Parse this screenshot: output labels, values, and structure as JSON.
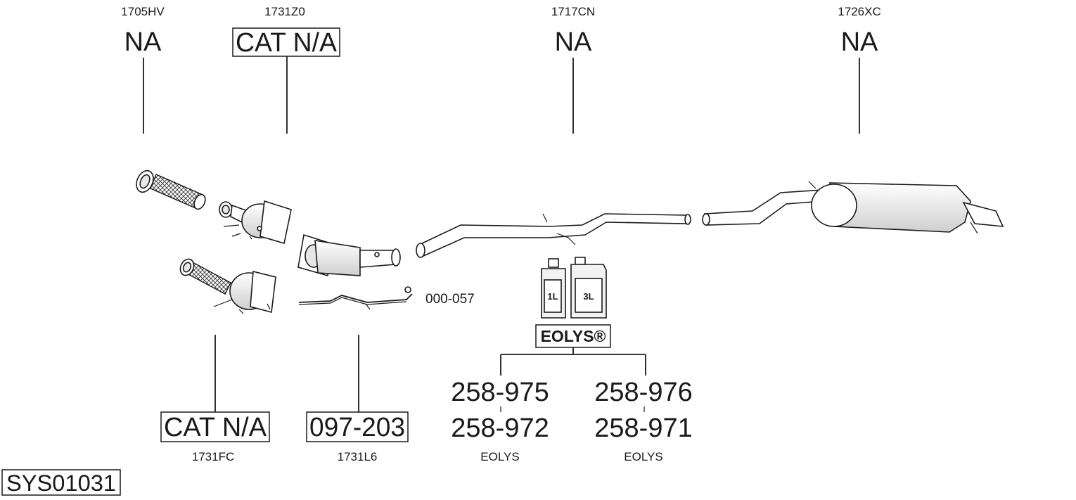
{
  "top_items": [
    {
      "ref": "1705HV",
      "value": "NA"
    },
    {
      "ref": "1731Z0",
      "value": "CAT N/A"
    },
    {
      "ref": "1717CN",
      "value": "NA"
    },
    {
      "ref": "1726XC",
      "value": "NA"
    }
  ],
  "bottom_items": [
    {
      "ref": "1731FC",
      "value": "CAT N/A"
    },
    {
      "ref": "1731L6",
      "value": "097-203"
    }
  ],
  "side_part": {
    "ref": "000-057"
  },
  "fluids": {
    "bottle_small": "1L",
    "bottle_large": "3L",
    "brand": "EOLYS®",
    "left": {
      "code_top": "258-975",
      "code_bottom": "258-972",
      "label": "EOLYS"
    },
    "right": {
      "code_top": "258-976",
      "code_bottom": "258-971",
      "label": "EOLYS"
    }
  },
  "system_id": "SYS01031"
}
